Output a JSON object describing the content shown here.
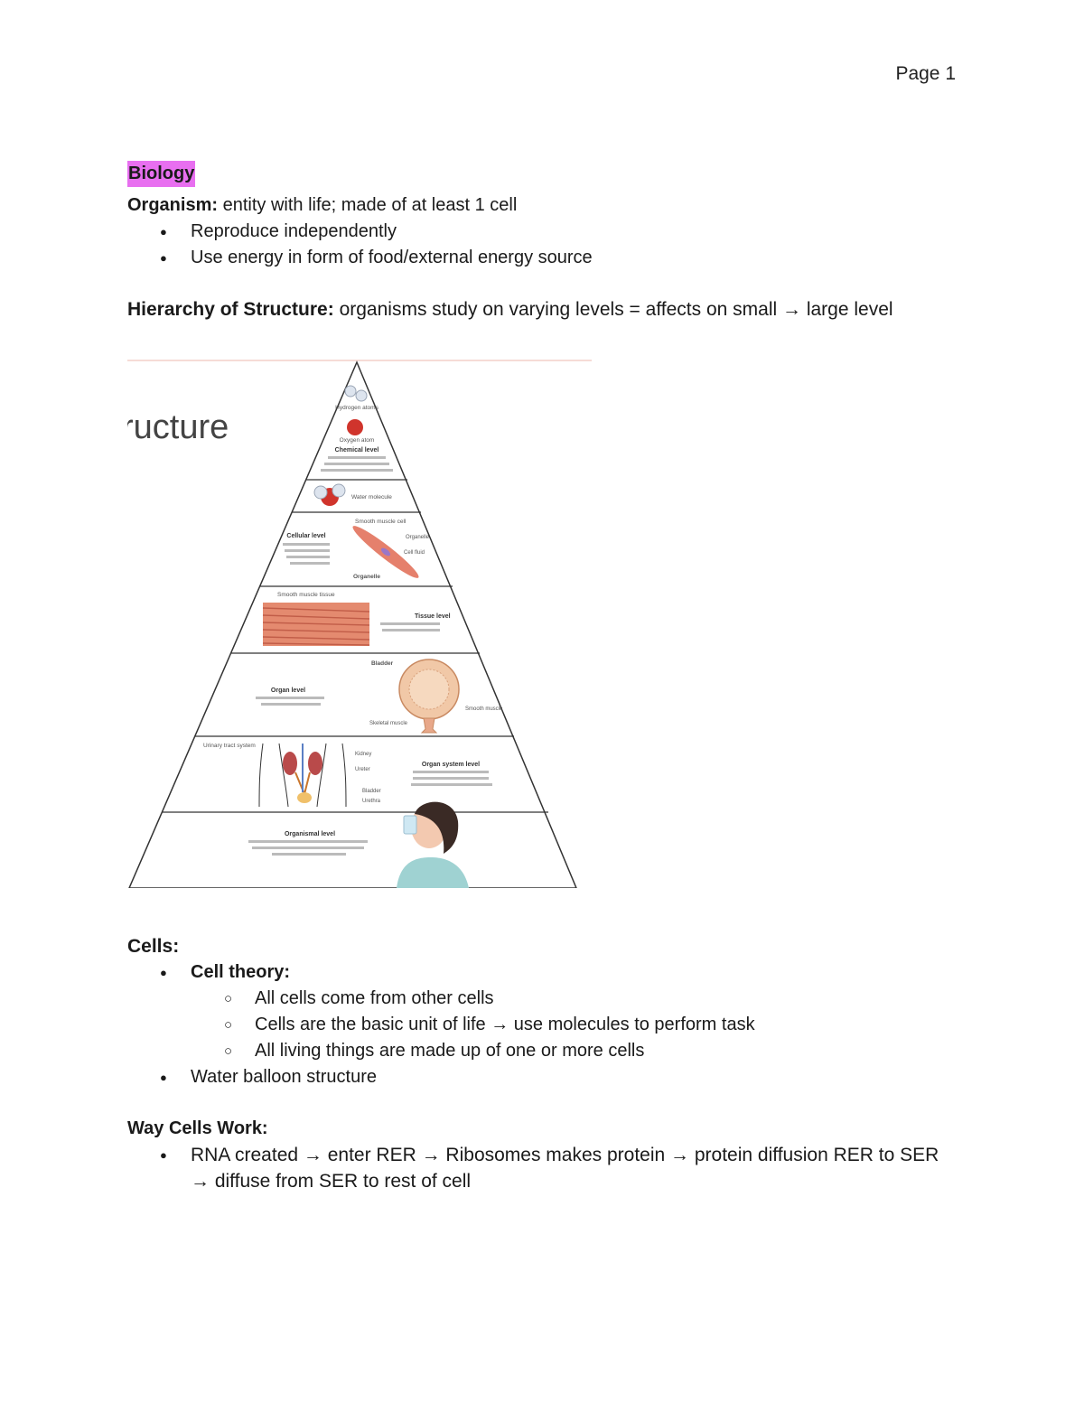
{
  "header": {
    "page_label": "Page 1"
  },
  "title": "Biology",
  "organism": {
    "term": "Organism:",
    "definition": " entity with life; made of at least 1 cell",
    "bullets": [
      "Reproduce independently",
      "Use energy in form of food/external energy source"
    ]
  },
  "hierarchy": {
    "term": "Hierarchy of Structure:",
    "definition": " organisms study on varying levels = affects on small → large level"
  },
  "figure": {
    "heading_fragment": "ructure",
    "levels": [
      "Chemical level",
      "Cellular level",
      "Tissue level",
      "Organ level",
      "Organ system level",
      "Organismal level"
    ],
    "labels": {
      "hydrogen": "Hydrogen atoms",
      "oxygen": "Oxygen atom",
      "water": "Water molecule",
      "smooth_cell": "Smooth muscle cell",
      "organelle": "Organelle",
      "cell_fluid": "Cell fluid",
      "smooth_tissue": "Smooth muscle tissue",
      "bladder": "Bladder",
      "smooth_muscle": "Smooth muscle",
      "skeletal": "Skeletal muscle",
      "urinary": "Urinary tract system",
      "kidney": "Kidney",
      "ureter": "Ureter",
      "bladder2": "Bladder",
      "urethra": "Urethra"
    }
  },
  "cells": {
    "heading": "Cells:",
    "theory_label": "Cell theory:",
    "theory_points": [
      "All cells come from other cells",
      "Cells are the basic unit of life → use molecules to perform task",
      "All living things are made up of one or more cells"
    ],
    "other": "Water balloon structure"
  },
  "way": {
    "heading": "Way Cells Work:",
    "bullet": "RNA created → enter RER → Ribosomes makes protein → protein diffusion RER to SER → diffuse from SER to rest of cell"
  }
}
